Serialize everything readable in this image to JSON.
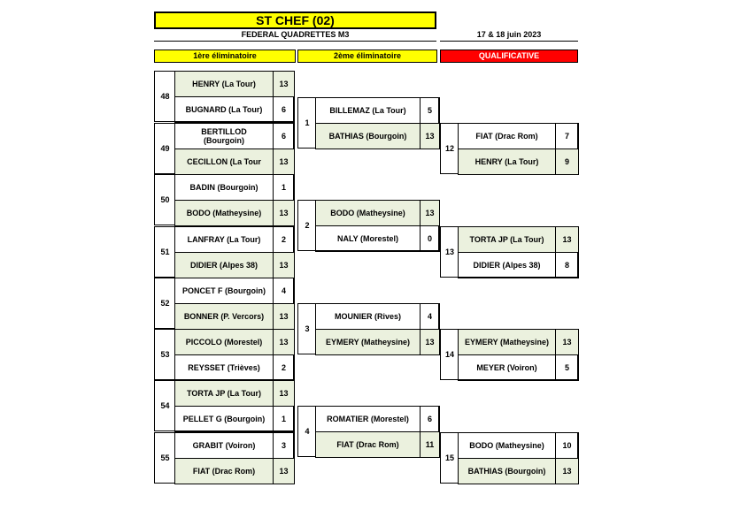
{
  "header": {
    "title": "ST CHEF (02)",
    "subtitle": "FEDERAL QUADRETTES  M3",
    "date": "17 & 18 juin 2023",
    "rounds": [
      "1ère éliminatoire",
      "2ème éliminatoire",
      "QUALIFICATIVE"
    ]
  },
  "round1": [
    {
      "num": "48",
      "rows": [
        {
          "team": "HENRY (La Tour)",
          "score": "13",
          "win": true
        },
        {
          "team": "BUGNARD (La Tour)",
          "score": "6",
          "win": false
        }
      ]
    },
    {
      "num": "49",
      "rows": [
        {
          "team": "BERTILLOD\n(Bourgoin)",
          "score": "6",
          "win": false
        },
        {
          "team": "CECILLON (La Tour",
          "score": "13",
          "win": true
        }
      ]
    },
    {
      "num": "50",
      "rows": [
        {
          "team": "BADIN (Bourgoin)",
          "score": "1",
          "win": false
        },
        {
          "team": "BODO (Matheysine)",
          "score": "13",
          "win": true
        }
      ]
    },
    {
      "num": "51",
      "rows": [
        {
          "team": "LANFRAY (La Tour)",
          "score": "2",
          "win": false
        },
        {
          "team": "DIDIER (Alpes 38)",
          "score": "13",
          "win": true
        }
      ]
    },
    {
      "num": "52",
      "rows": [
        {
          "team": "PONCET F (Bourgoin)",
          "score": "4",
          "win": false
        },
        {
          "team": "BONNER (P. Vercors)",
          "score": "13",
          "win": true
        }
      ]
    },
    {
      "num": "53",
      "rows": [
        {
          "team": "PICCOLO (Morestel)",
          "score": "13",
          "win": true
        },
        {
          "team": "REYSSET (Trièves)",
          "score": "2",
          "win": false
        }
      ]
    },
    {
      "num": "54",
      "rows": [
        {
          "team": "TORTA JP (La Tour)",
          "score": "13",
          "win": true
        },
        {
          "team": "PELLET G (Bourgoin)",
          "score": "1",
          "win": false
        }
      ]
    },
    {
      "num": "55",
      "rows": [
        {
          "team": "GRABIT (Voiron)",
          "score": "3",
          "win": false
        },
        {
          "team": "FIAT (Drac Rom)",
          "score": "13",
          "win": true
        }
      ]
    }
  ],
  "round2": [
    {
      "num": "1",
      "rows": [
        {
          "team": "BILLEMAZ (La Tour)",
          "score": "5",
          "win": false
        },
        {
          "team": "BATHIAS  (Bourgoin)",
          "score": "13",
          "win": true
        }
      ]
    },
    {
      "num": "2",
      "rows": [
        {
          "team": "BODO (Matheysine)",
          "score": "13",
          "win": true
        },
        {
          "team": "NALY (Morestel)",
          "score": "0",
          "win": false
        }
      ]
    },
    {
      "num": "3",
      "rows": [
        {
          "team": "MOUNIER (Rives)",
          "score": "4",
          "win": false
        },
        {
          "team": "EYMERY (Matheysine)",
          "score": "13",
          "win": true
        }
      ]
    },
    {
      "num": "4",
      "rows": [
        {
          "team": "ROMATIER (Morestel)",
          "score": "6",
          "win": false
        },
        {
          "team": "FIAT (Drac Rom)",
          "score": "11",
          "win": true
        }
      ]
    }
  ],
  "round3": [
    {
      "num": "12",
      "rows": [
        {
          "team": "FIAT (Drac Rom)",
          "score": "7",
          "win": false
        },
        {
          "team": "HENRY (La Tour)",
          "score": "9",
          "win": true
        }
      ]
    },
    {
      "num": "13",
      "rows": [
        {
          "team": "TORTA JP (La Tour)",
          "score": "13",
          "win": true
        },
        {
          "team": "DIDIER (Alpes 38)",
          "score": "8",
          "win": false
        }
      ]
    },
    {
      "num": "14",
      "rows": [
        {
          "team": "EYMERY (Matheysine)",
          "score": "13",
          "win": true
        },
        {
          "team": "MEYER (Voiron)",
          "score": "5",
          "win": false
        }
      ]
    },
    {
      "num": "15",
      "rows": [
        {
          "team": "BODO (Matheysine)",
          "score": "10",
          "win": false
        },
        {
          "team": "BATHIAS  (Bourgoin)",
          "score": "13",
          "win": true
        }
      ]
    }
  ],
  "colors": {
    "header_yellow": "#ffff00",
    "header_red": "#ff0000",
    "winner_fill": "#ebf1de"
  }
}
